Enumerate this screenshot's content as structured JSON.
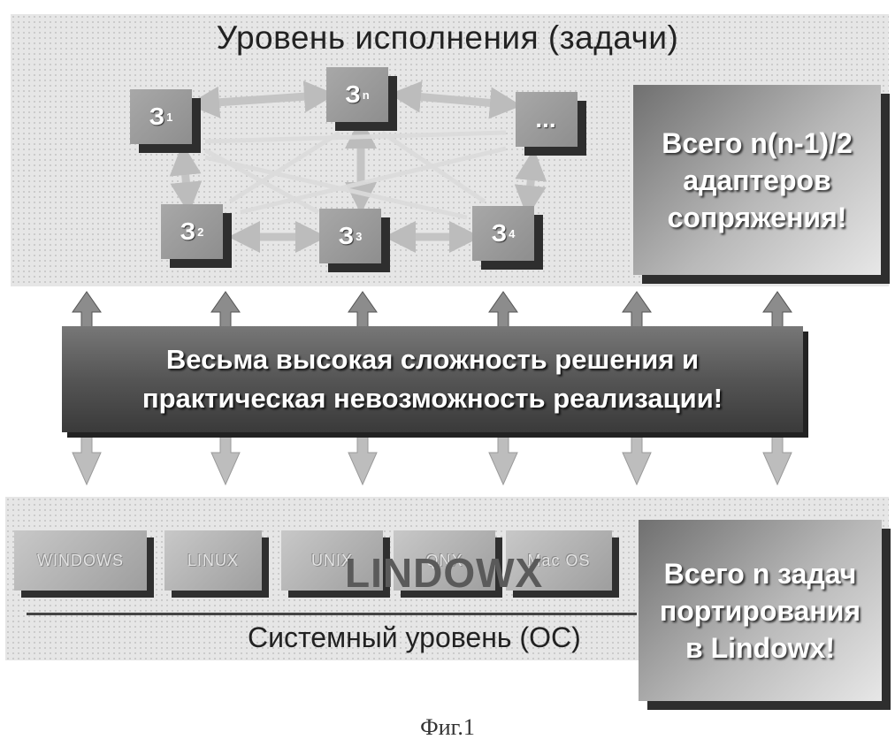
{
  "top_level": {
    "title": "Уровень исполнения (задачи)",
    "tasks": [
      {
        "letter": "З",
        "sub": "1"
      },
      {
        "letter": "З",
        "sub": "n"
      },
      {
        "letter": "...",
        "sub": ""
      },
      {
        "letter": "З",
        "sub": "2"
      },
      {
        "letter": "З",
        "sub": "3"
      },
      {
        "letter": "З",
        "sub": "4"
      }
    ],
    "note_lines": [
      "Всего n(n-1)/2",
      "адаптеров",
      "сопряжения!"
    ]
  },
  "banner": {
    "lines": [
      "Весьма высокая сложность решения и",
      "практическая невозможность реализации!"
    ]
  },
  "bottom_level": {
    "os_boxes": [
      "WINDOWS",
      "LINUX",
      "UNIX",
      "QNX",
      "Mac OS"
    ],
    "lindowx_label": "LINDOWX",
    "title": "Системный уровень (ОС)",
    "note_lines": [
      "Всего n задач",
      "портирования",
      "в Lindowx!"
    ]
  },
  "caption": "Фиг.1"
}
